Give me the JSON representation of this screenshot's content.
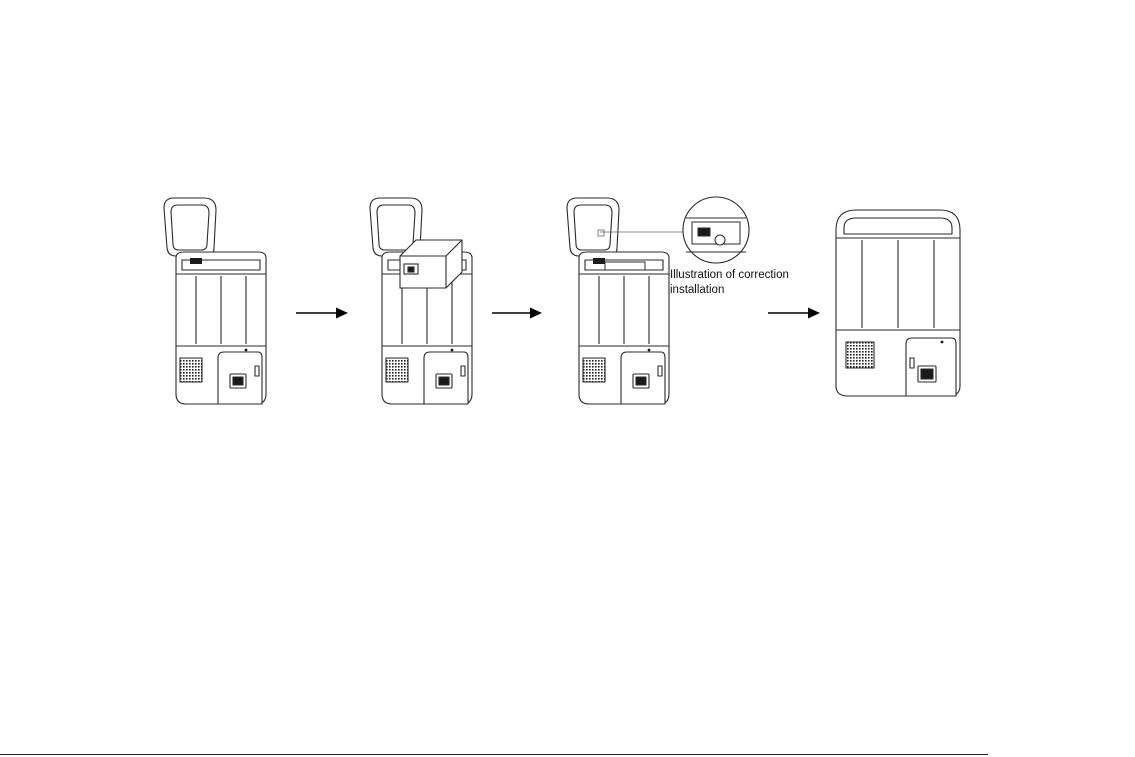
{
  "diagram": {
    "steps": [
      {
        "name": "step-1",
        "state": "lid-open-empty"
      },
      {
        "name": "step-2",
        "state": "lid-open-bag-inserted"
      },
      {
        "name": "step-3",
        "state": "lid-open-bag-seated"
      },
      {
        "name": "step-4",
        "state": "lid-closed"
      }
    ],
    "callout": {
      "line1": "Illustration of correction",
      "line2": "installation"
    },
    "colors": {
      "stroke": "#2a2a2a",
      "fill": "#ffffff",
      "dark": "#1a1a1a",
      "arrow": "#000000"
    },
    "icons": [
      "arrow-right-icon",
      "arrow-right-icon",
      "arrow-right-icon"
    ]
  }
}
